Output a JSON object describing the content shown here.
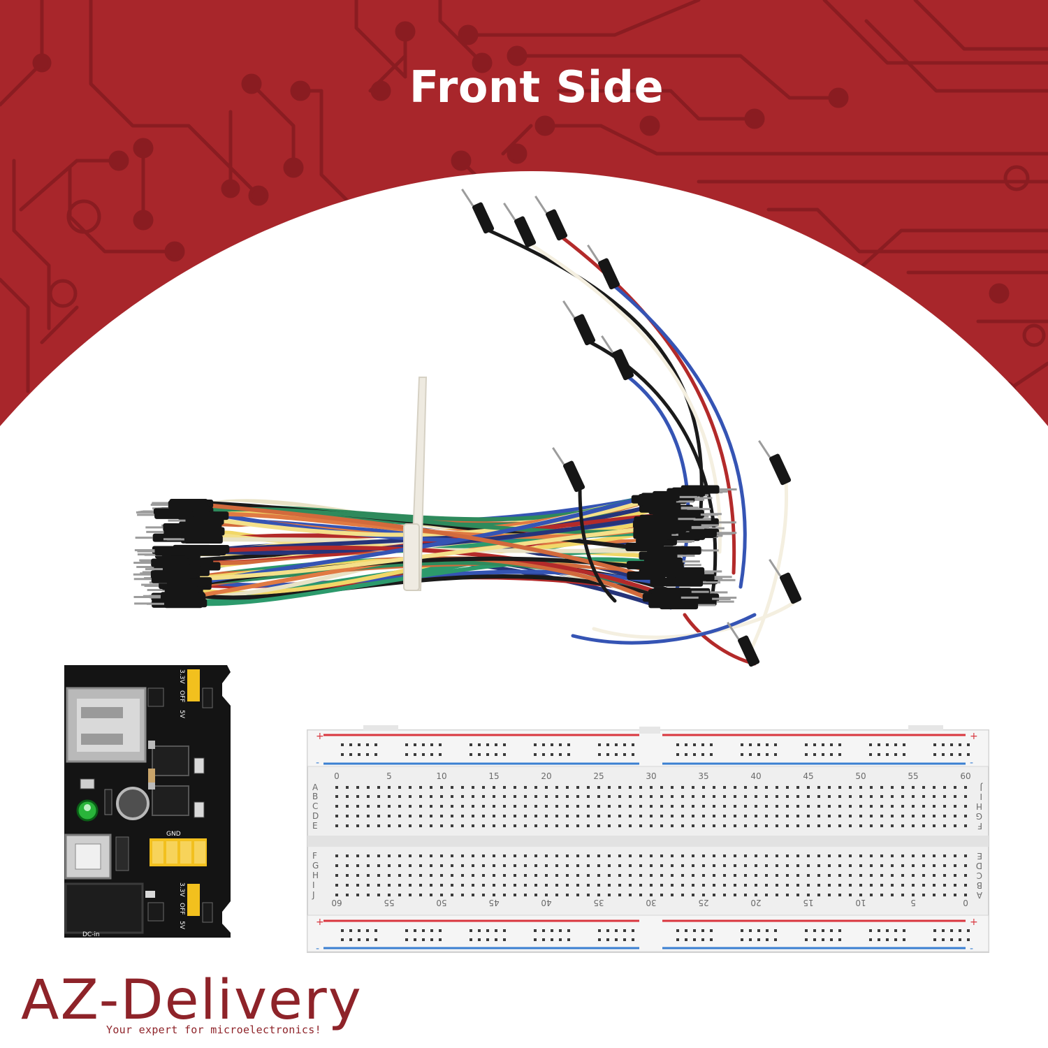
{
  "title": "Front Side",
  "brand": {
    "name": "AZ-Delivery",
    "tagline": "Your expert for microelectronics!",
    "color": "#8e2329"
  },
  "colors": {
    "banner_red": "#a8262b",
    "trace_dark": "#8a1c21",
    "breadboard_body": "#efefef",
    "rail_red": "#d9363e",
    "rail_blue": "#3a7fd1",
    "pcb_black": "#151515",
    "jumper_yellow": "#f2c01e"
  },
  "breadboard": {
    "column_numbers_top": [
      "0",
      "5",
      "10",
      "15",
      "20",
      "25",
      "30",
      "35",
      "40",
      "45",
      "50",
      "55",
      "60"
    ],
    "column_numbers_bottom": [
      "60",
      "55",
      "50",
      "45",
      "40",
      "35",
      "30",
      "25",
      "20",
      "15",
      "10",
      "5",
      "0"
    ],
    "rows_upper_left": [
      "A",
      "B",
      "C",
      "D",
      "E"
    ],
    "rows_lower_left": [
      "F",
      "G",
      "H",
      "I",
      "J"
    ],
    "rows_upper_right": [
      "J",
      "I",
      "H",
      "G",
      "F"
    ],
    "rows_lower_right": [
      "E",
      "D",
      "C",
      "B",
      "A"
    ],
    "rail_plus": "+",
    "rail_minus": "-"
  },
  "power_module": {
    "label_33v": "3.3V",
    "label_off": "OFF",
    "label_5v": "5V",
    "label_gnd": "GND",
    "label_dcin": "DC-in"
  },
  "icons": [
    "circuit-trace-pattern",
    "jumper-wire-bundle",
    "cable-tie",
    "power-supply-module",
    "breadboard"
  ]
}
